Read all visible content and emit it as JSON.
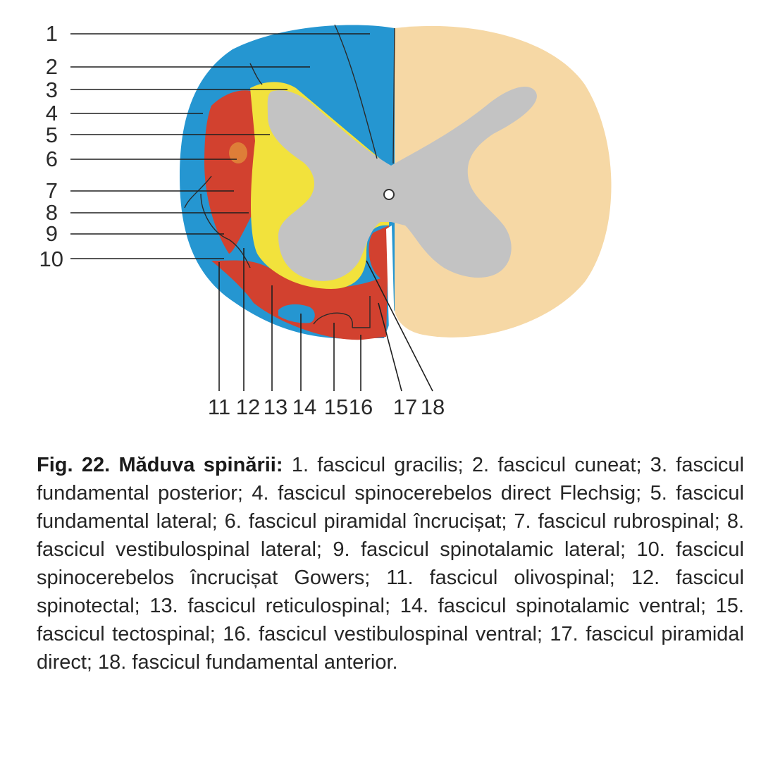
{
  "figure": {
    "left_labels": [
      "1",
      "2",
      "3",
      "4",
      "5",
      "6",
      "7",
      "8",
      "9",
      "10"
    ],
    "bottom_labels": [
      "11",
      "12",
      "13",
      "14",
      "15",
      "16",
      "17",
      "18"
    ],
    "colors": {
      "blue": "#2596d1",
      "red": "#d2412f",
      "yellow": "#f2e23c",
      "grey": "#c3c3c3",
      "cream": "#f6d8a5",
      "orange_dot": "#e08a3a"
    }
  },
  "caption": {
    "title": "Fig. 22. Măduva spinării:",
    "text": " 1. fascicul gracilis; 2. fascicul cuneat; 3. fas­cicul fundamental posterior; 4. fascicul spinocerebelos direct Flechsig; 5.  fascicul fundamental lateral; 6. fascicul piramidal încru­cișat; 7. fascicul rubrospinal; 8. fascicul vestibulospinal lateral; 9. fascicul spinotalamic lateral; 10. fascicul spinocerebelos încru­cișat Gowers; 11. fascicul olivospinal; 12. fascicul spinotectal; 13. fas­cicul reticulospinal; 14. fascicul spinotalamic ventral; 15. fascicul tectospinal; 16. fascicul vestibulospinal ventral; 17. fascicul pirami­dal direct; 18. fascicul fundamental anterior."
  }
}
